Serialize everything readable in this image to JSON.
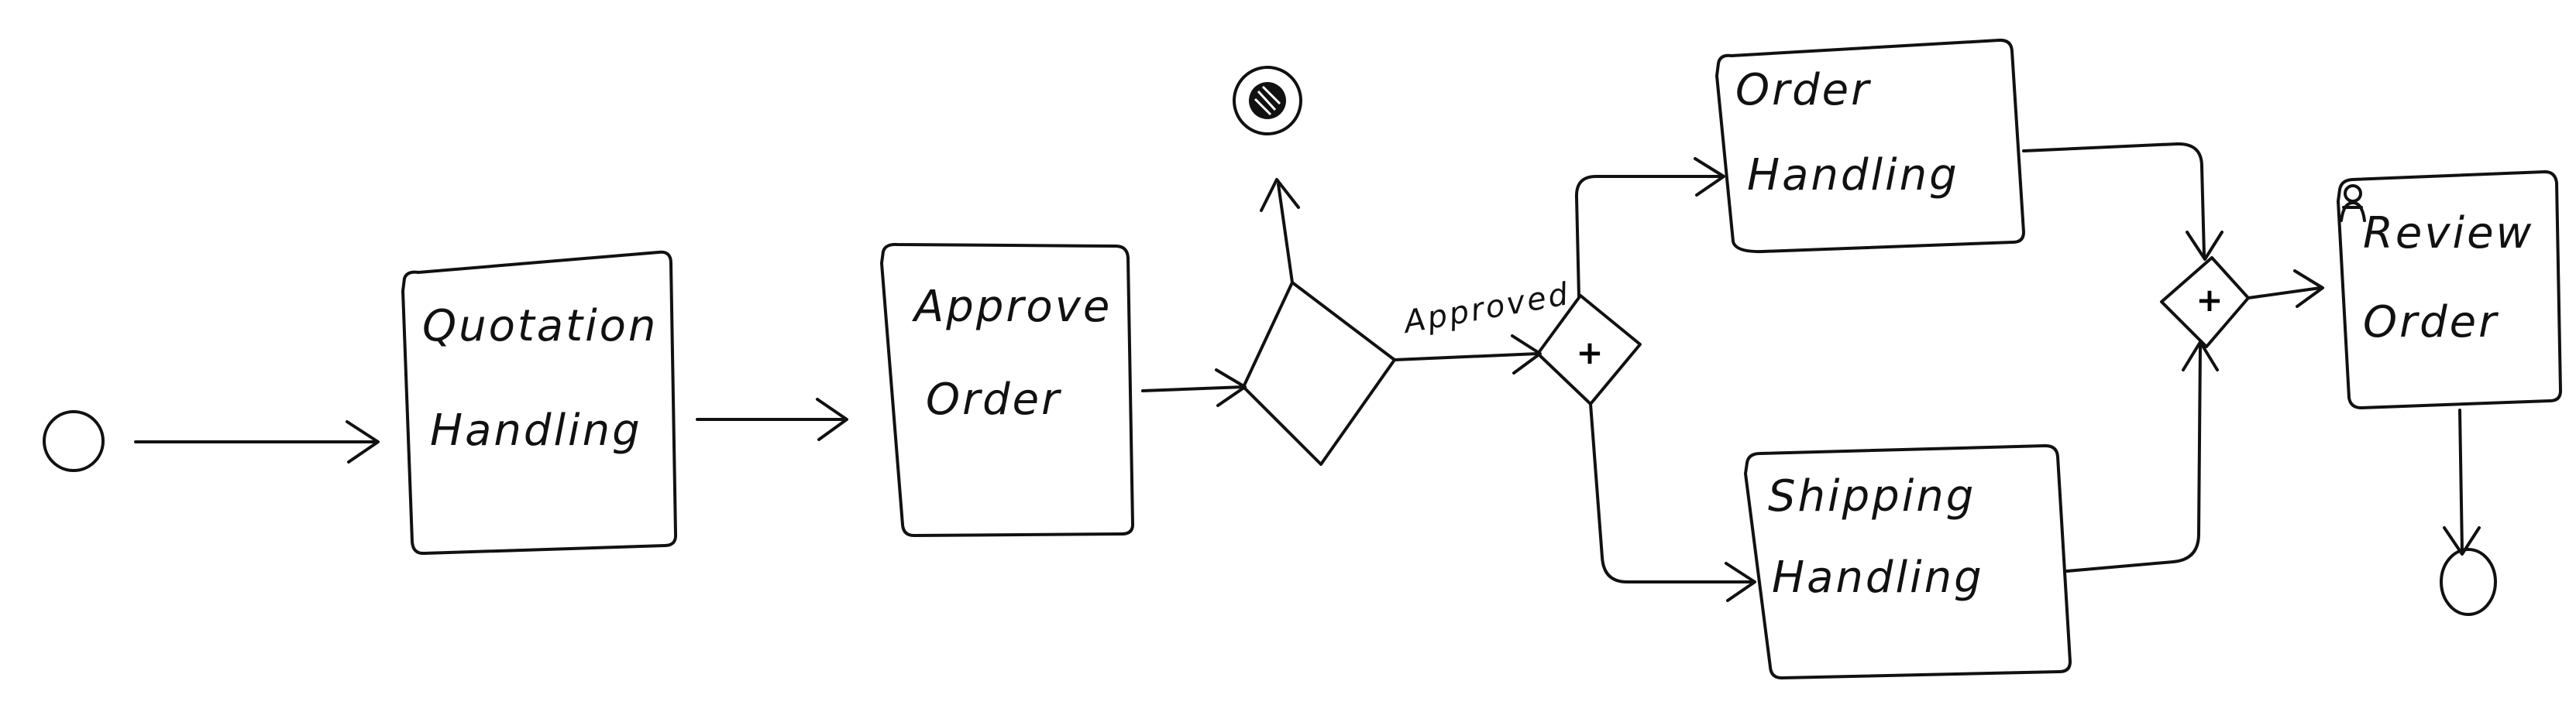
{
  "diagram": {
    "tasks": [
      {
        "id": "quotation",
        "line1": "Quotation",
        "line2": "Handling"
      },
      {
        "id": "approve",
        "line1": "Approve",
        "line2": "Order"
      },
      {
        "id": "order",
        "line1": "Order",
        "line2": "Handling"
      },
      {
        "id": "shipping",
        "line1": "Shipping",
        "line2": "Handling"
      },
      {
        "id": "review",
        "line1": "Review",
        "line2": "Order"
      }
    ],
    "edge_labels": {
      "approved": "Approved"
    },
    "gateway_markers": {
      "split": "+",
      "join": "+"
    }
  }
}
